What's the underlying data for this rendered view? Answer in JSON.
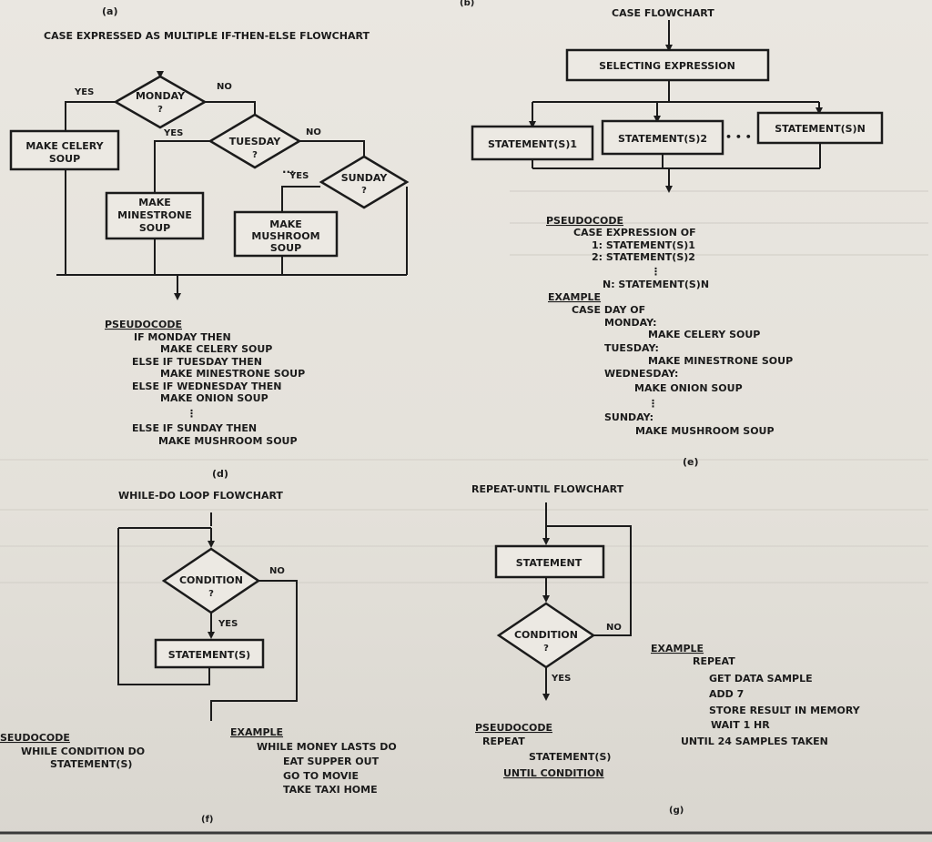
{
  "panels": {
    "a": {
      "label": "(a)",
      "title": "CASE EXPRESSED AS MULTIPLE IF-THEN-ELSE FLOWCHART",
      "d_monday": [
        "MONDAY",
        "?"
      ],
      "d_tuesday": [
        "TUESDAY",
        "?"
      ],
      "d_sunday": [
        "SUNDAY",
        "?"
      ],
      "box_celery": [
        "MAKE CELERY",
        "SOUP"
      ],
      "box_minestrone": [
        "MAKE",
        "MINESTRONE",
        "SOUP"
      ],
      "box_mushroom": [
        "MAKE",
        "MUSHROOM",
        "SOUP"
      ],
      "yes": "YES",
      "no": "NO",
      "pseudo_heading": "PSEUDOCODE",
      "pseudo_lines": [
        "IF MONDAY THEN",
        "MAKE CELERY SOUP",
        "ELSE IF TUESDAY THEN",
        "MAKE MINESTRONE SOUP",
        "ELSE IF WEDNESDAY THEN",
        "MAKE ONION SOUP",
        "ELSE IF SUNDAY THEN",
        "MAKE MUSHROOM SOUP"
      ]
    },
    "b": {
      "label": "(b)",
      "title": "CASE FLOWCHART",
      "selector": "SELECTING EXPRESSION",
      "statements": [
        "STATEMENT(S)1",
        "STATEMENT(S)2",
        "STATEMENT(S)N"
      ],
      "dots": "• • •",
      "pseudo_heading": "PSEUDOCODE",
      "case_line": "CASE EXPRESSION OF",
      "case_items": [
        "1: STATEMENT(S)1",
        "2: STATEMENT(S)2",
        "N: STATEMENT(S)N"
      ],
      "example_heading": "EXAMPLE",
      "example_lines": [
        "CASE DAY OF",
        "MONDAY:",
        "MAKE CELERY SOUP",
        "TUESDAY:",
        "MAKE MINESTRONE SOUP",
        "WEDNESDAY:",
        "MAKE ONION SOUP",
        "SUNDAY:",
        "MAKE MUSHROOM SOUP"
      ]
    },
    "d": {
      "label": "(d)",
      "title": "WHILE-DO LOOP FLOWCHART",
      "condition": [
        "CONDITION",
        "?"
      ],
      "statement": "STATEMENT(S)",
      "yes": "YES",
      "no": "NO",
      "pseudo_heading": "SEUDOCODE",
      "pseudo_lines": [
        "WHILE CONDITION DO",
        "STATEMENT(S)"
      ],
      "example_heading": "EXAMPLE",
      "example_lines": [
        "WHILE MONEY LASTS DO",
        "EAT SUPPER OUT",
        "GO TO MOVIE",
        "TAKE TAXI HOME"
      ],
      "footer_label": "(f)"
    },
    "e": {
      "label": "(e)",
      "title": "REPEAT-UNTIL FLOWCHART",
      "statement": "STATEMENT",
      "condition": [
        "CONDITION",
        "?"
      ],
      "yes": "YES",
      "no": "NO",
      "pseudo_heading": "PSEUDOCODE",
      "pseudo_lines": [
        "REPEAT",
        "STATEMENT(S)",
        "UNTIL CONDITION"
      ],
      "example_heading": "EXAMPLE",
      "example_lines": [
        "REPEAT",
        "GET DATA SAMPLE",
        "ADD 7",
        "STORE RESULT IN MEMORY",
        "WAIT 1 HR",
        "UNTIL 24 SAMPLES TAKEN"
      ],
      "footer_label": "(g)"
    }
  }
}
